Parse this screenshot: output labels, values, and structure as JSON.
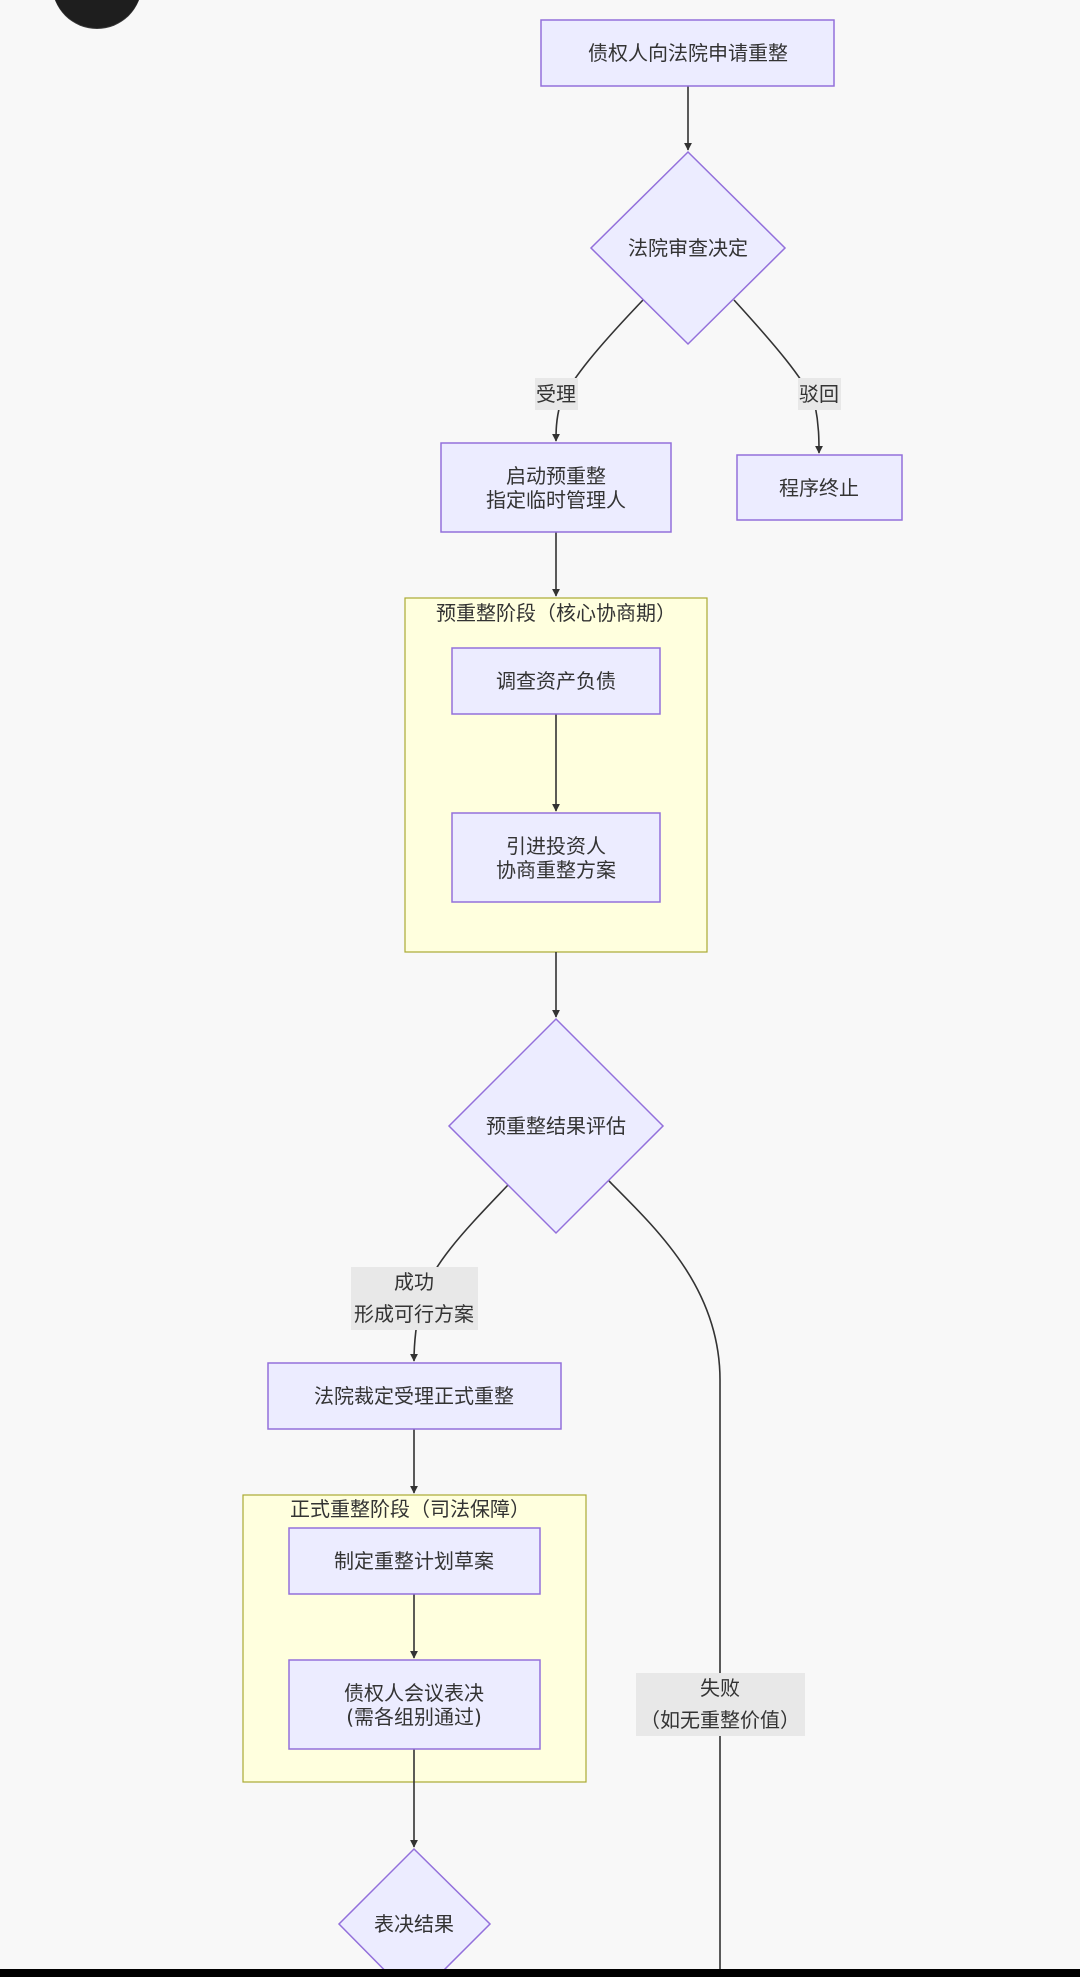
{
  "diagram": {
    "type": "flowchart",
    "colors": {
      "background": "#f8f8f8",
      "node_fill": "#ececff",
      "node_stroke": "#9370db",
      "cluster_fill": "#ffffde",
      "cluster_stroke": "#aaaa33",
      "edge": "#333333",
      "edge_label_bg": "#e8e8e8",
      "text": "#333333"
    },
    "nodes": {
      "apply": {
        "lines": [
          "债权人向法院申请重整"
        ],
        "shape": "rect"
      },
      "review": {
        "lines": [
          "法院审查决定"
        ],
        "shape": "diamond"
      },
      "start_pre": {
        "lines": [
          "启动预重整",
          "指定临时管理人"
        ],
        "shape": "rect"
      },
      "terminate": {
        "lines": [
          "程序终止"
        ],
        "shape": "rect"
      },
      "investigate": {
        "lines": [
          "调查资产负债"
        ],
        "shape": "rect"
      },
      "investor": {
        "lines": [
          "引进投资人",
          "协商重整方案"
        ],
        "shape": "rect"
      },
      "evaluate": {
        "lines": [
          "预重整结果评估"
        ],
        "shape": "diamond"
      },
      "formal_accept": {
        "lines": [
          "法院裁定受理正式重整"
        ],
        "shape": "rect"
      },
      "draft_plan": {
        "lines": [
          "制定重整计划草案"
        ],
        "shape": "rect"
      },
      "creditor_vote": {
        "lines": [
          "债权人会议表决",
          "(需各组别通过)"
        ],
        "shape": "rect"
      },
      "vote_result": {
        "lines": [
          "表决结果"
        ],
        "shape": "diamond"
      }
    },
    "clusters": {
      "pre_stage": {
        "title": "预重整阶段（核心协商期）",
        "members": [
          "investigate",
          "investor"
        ]
      },
      "formal_stage": {
        "title": "正式重整阶段（司法保障）",
        "members": [
          "draft_plan",
          "creditor_vote"
        ]
      }
    },
    "edges": [
      {
        "from": "apply",
        "to": "review",
        "label": []
      },
      {
        "from": "review",
        "to": "start_pre",
        "label": [
          "受理"
        ]
      },
      {
        "from": "review",
        "to": "terminate",
        "label": [
          "驳回"
        ]
      },
      {
        "from": "start_pre",
        "to": "pre_stage",
        "label": []
      },
      {
        "from": "investigate",
        "to": "investor",
        "label": []
      },
      {
        "from": "pre_stage",
        "to": "evaluate",
        "label": []
      },
      {
        "from": "evaluate",
        "to": "formal_accept",
        "label": [
          "成功",
          "形成可行方案"
        ]
      },
      {
        "from": "evaluate",
        "to": "offscreen",
        "label": [
          "失败",
          "（如无重整价值）"
        ]
      },
      {
        "from": "formal_accept",
        "to": "formal_stage",
        "label": []
      },
      {
        "from": "draft_plan",
        "to": "creditor_vote",
        "label": []
      },
      {
        "from": "formal_stage",
        "to": "vote_result",
        "label": []
      }
    ]
  },
  "controls": {
    "floating_button": {
      "icon": "menu-circle-icon"
    }
  }
}
